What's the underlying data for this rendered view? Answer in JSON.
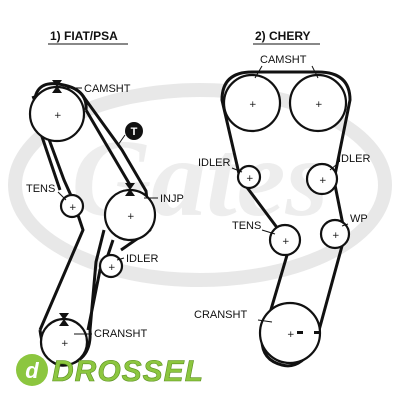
{
  "watermark": {
    "brand": "Gates",
    "color": "#e6e6e6"
  },
  "diagram1": {
    "title": "1) FIAT/PSA",
    "labels": {
      "camshaft": "CAMSHT",
      "tensioner_mark": "T",
      "tensioner": "TENS",
      "injection_pump": "INJP",
      "idler": "IDLER",
      "crankshaft": "CRANSHT"
    }
  },
  "diagram2": {
    "title": "2) CHERY",
    "labels": {
      "camshaft": "CAMSHT",
      "idler_left": "IDLER",
      "idler_right": "IDLER",
      "tensioner": "TENS",
      "water_pump": "WP",
      "crankshaft": "CRANSHT"
    }
  },
  "logo": {
    "text": "DROSSEL",
    "mark": "d",
    "color": "#8cc63f"
  }
}
